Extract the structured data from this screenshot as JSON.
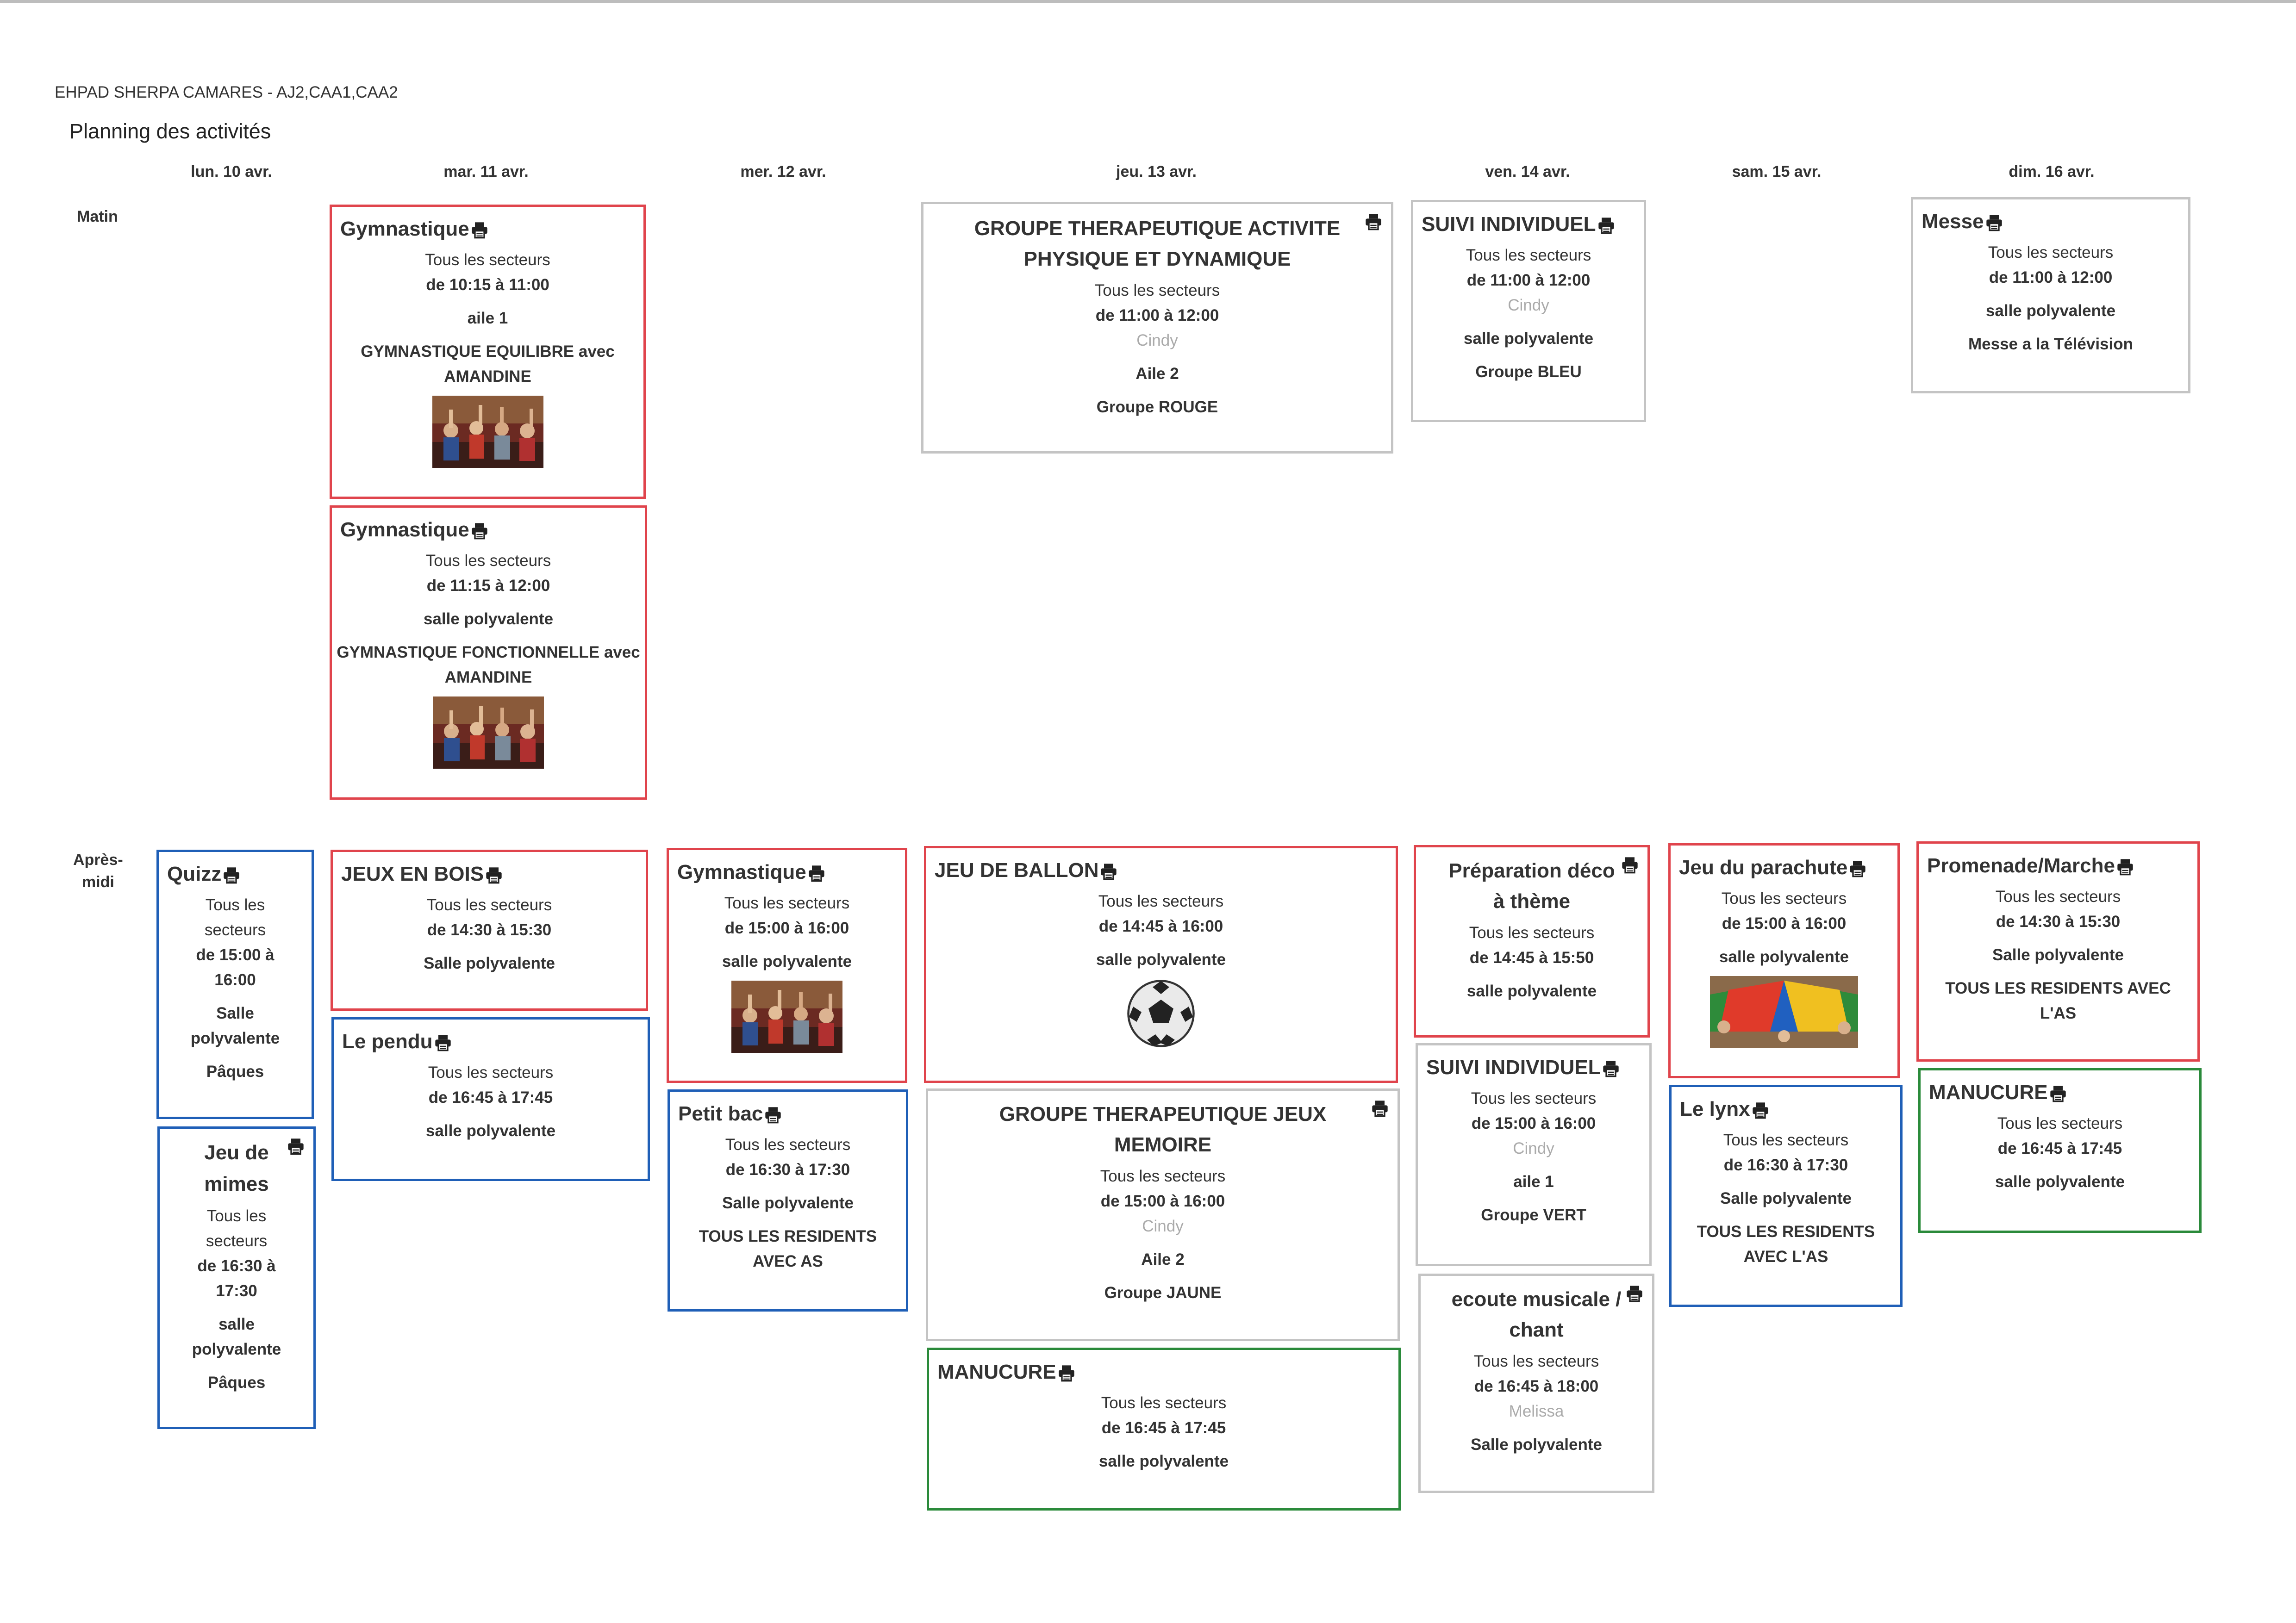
{
  "header": {
    "institution": "EHPAD SHERPA CAMARES - AJ2,CAA1,CAA2",
    "title": "Planning des activités"
  },
  "days": [
    "lun. 10 avr.",
    "mar. 11 avr.",
    "mer. 12 avr.",
    "jeu. 13 avr.",
    "ven. 14 avr.",
    "sam. 15 avr.",
    "dim. 16 avr."
  ],
  "periods": {
    "morning": "Matin",
    "afternoon_1": "Après-",
    "afternoon_2": "midi"
  },
  "icons": {
    "print": "printer-icon"
  },
  "colors": {
    "red": "#e0444c",
    "blue": "#1f5fb7",
    "green": "#2a8a3a",
    "grey": "#c4c4c4"
  },
  "common": {
    "sectors": "Tous les secteurs",
    "sectors_1": "Tous les",
    "sectors_2": "secteurs"
  },
  "events": {
    "tue_m1": {
      "title": "Gymnastique",
      "time": "de 10:15 à 11:00",
      "place": "aile 1",
      "desc": "GYMNASTIQUE EQUILIBRE avec AMANDINE"
    },
    "tue_m2": {
      "title": "Gymnastique",
      "time": "de 11:15 à 12:00",
      "place": "salle polyvalente",
      "desc": "GYMNASTIQUE FONCTIONNELLE avec AMANDINE"
    },
    "thu_m1": {
      "title_1": "GROUPE THERAPEUTIQUE ACTIVITE",
      "title_2": "PHYSIQUE ET DYNAMIQUE",
      "time": "de 11:00 à 12:00",
      "person": "Cindy",
      "place": "Aile 2",
      "group": "Groupe ROUGE"
    },
    "fri_m1": {
      "title": "SUIVI INDIVIDUEL",
      "time": "de 11:00 à 12:00",
      "person": "Cindy",
      "place": "salle polyvalente",
      "group": "Groupe BLEU"
    },
    "sun_m1": {
      "title": "Messe",
      "time": "de 11:00 à 12:00",
      "place": "salle polyvalente",
      "desc": "Messe a la Télévision"
    },
    "mon_a1": {
      "title": "Quizz",
      "time_1": "de 15:00 à",
      "time_2": "16:00",
      "place_1": "Salle",
      "place_2": "polyvalente",
      "desc": "Pâques"
    },
    "mon_a2": {
      "title_1": "Jeu de",
      "title_2": "mimes",
      "time_1": "de 16:30 à",
      "time_2": "17:30",
      "place_1": "salle",
      "place_2": "polyvalente",
      "desc": "Pâques"
    },
    "tue_a1": {
      "title": "JEUX EN BOIS",
      "time": "de 14:30 à 15:30",
      "place": "Salle polyvalente"
    },
    "tue_a2": {
      "title": "Le pendu",
      "time": "de 16:45 à 17:45",
      "place": "salle polyvalente"
    },
    "wed_a1": {
      "title": "Gymnastique",
      "time": "de 15:00 à 16:00",
      "place": "salle polyvalente"
    },
    "wed_a2": {
      "title": "Petit bac",
      "time": "de 16:30 à 17:30",
      "place": "Salle polyvalente",
      "desc_1": "TOUS LES RESIDENTS",
      "desc_2": "AVEC AS"
    },
    "thu_a1": {
      "title": "JEU DE BALLON",
      "time": "de 14:45 à 16:00",
      "place": "salle polyvalente"
    },
    "thu_a2": {
      "title_1": "GROUPE THERAPEUTIQUE JEUX",
      "title_2": "MEMOIRE",
      "time": "de 15:00 à 16:00",
      "person": "Cindy",
      "place": "Aile 2",
      "group": "Groupe JAUNE"
    },
    "thu_a3": {
      "title": "MANUCURE",
      "time": "de 16:45 à 17:45",
      "place": "salle polyvalente"
    },
    "fri_a1": {
      "title_1": "Préparation déco",
      "title_2": "à thème",
      "time": "de 14:45 à 15:50",
      "place": "salle polyvalente"
    },
    "fri_a2": {
      "title": "SUIVI INDIVIDUEL",
      "time": "de 15:00 à 16:00",
      "person": "Cindy",
      "place": "aile 1",
      "group": "Groupe VERT"
    },
    "fri_a3": {
      "title_1": "ecoute musicale /",
      "title_2": "chant",
      "time": "de 16:45 à 18:00",
      "person": "Melissa",
      "place": "Salle polyvalente"
    },
    "sat_a1": {
      "title": "Jeu du parachute",
      "time": "de 15:00 à 16:00",
      "place": "salle polyvalente"
    },
    "sat_a2": {
      "title": "Le lynx",
      "time": "de 16:30 à 17:30",
      "place": "Salle polyvalente",
      "desc_1": "TOUS LES RESIDENTS",
      "desc_2": "AVEC L'AS"
    },
    "sun_a1": {
      "title": "Promenade/Marche",
      "time": "de 14:30 à 15:30",
      "place": "Salle polyvalente",
      "desc_1": "TOUS LES RESIDENTS AVEC",
      "desc_2": "L'AS"
    },
    "sun_a2": {
      "title": "MANUCURE",
      "time": "de 16:45 à 17:45",
      "place": "salle polyvalente"
    }
  }
}
